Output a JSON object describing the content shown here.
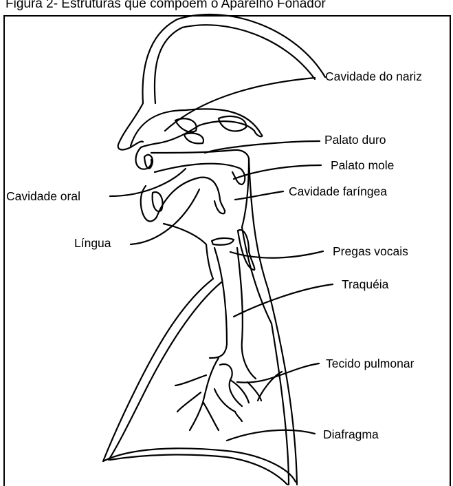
{
  "figure": {
    "caption": "Figura 2- Estruturas que compõem o Aparelho Fonador"
  },
  "labels": {
    "cavidade_nariz": "Cavidade do nariz",
    "palato_duro": "Palato duro",
    "palato_mole": "Palato mole",
    "cavidade_oral": "Cavidade oral",
    "cavidade_faringea": "Cavidade faríngea",
    "lingua": "Língua",
    "pregas_vocais": "Pregas vocais",
    "traqueia": "Traquéia",
    "tecido_pulmonar": "Tecido pulmonar",
    "diafragma": "Diafragma"
  },
  "colors": {
    "ink": "#000000",
    "paper": "#ffffff"
  }
}
